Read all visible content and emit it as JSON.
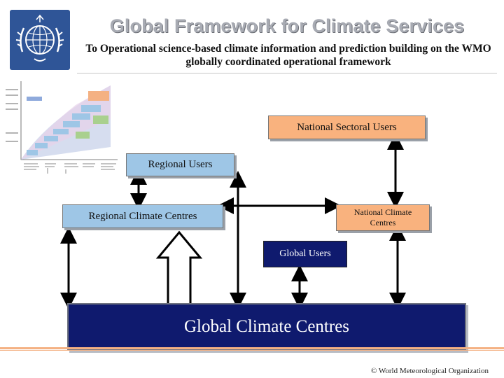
{
  "header": {
    "title": "Global Framework for Climate Services",
    "subtitle": "To Operational science-based climate information and prediction building on the WMO globally coordinated operational framework"
  },
  "diagram": {
    "national_sectoral_users": "National Sectoral Users",
    "regional_users": "Regional Users",
    "regional_climate_centres": "Regional Climate Centres",
    "national_climate_centres": "National Climate Centres",
    "global_users": "Global Users",
    "global_climate_centres": "Global Climate Centres"
  },
  "footer": {
    "copyright": "© World Meteorological Organization"
  },
  "colors": {
    "orange_box": "#f9b27e",
    "blue_box": "#9ec6e6",
    "navy_box": "#0f1a6e",
    "title_gray": "#a8abb3",
    "logo_blue": "#2f5597"
  },
  "icons": [
    "wmo-emblem-icon"
  ]
}
